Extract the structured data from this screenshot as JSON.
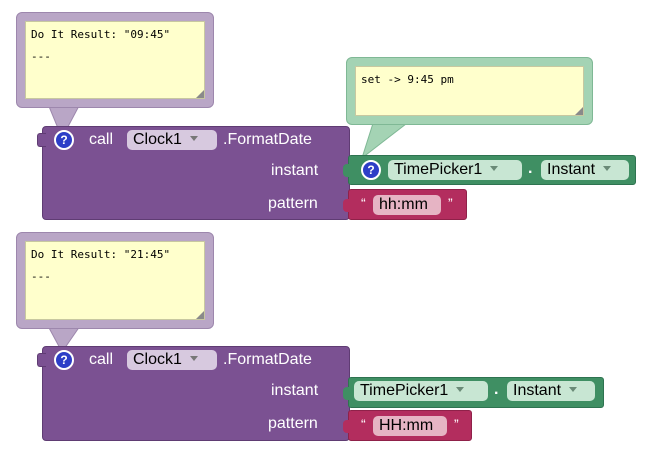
{
  "comment1": {
    "line1": "Do It Result: \"09:45\"",
    "line2": "---"
  },
  "comment2": {
    "line1": "set -> 9:45 pm"
  },
  "comment3": {
    "line1": "Do It Result: \"21:45\"",
    "line2": "---"
  },
  "block1": {
    "help_icon": "?",
    "call_label": "call",
    "component": "Clock1",
    "method": ".FormatDate",
    "instant_label": "instant",
    "pattern_label": "pattern",
    "instant_help_icon": "?",
    "instant_component": "TimePicker1",
    "instant_dot": ".",
    "instant_property": "Instant",
    "quote_open": "“",
    "pattern_value": "hh:mm",
    "quote_close": "”"
  },
  "block2": {
    "help_icon": "?",
    "call_label": "call",
    "component": "Clock1",
    "method": ".FormatDate",
    "instant_label": "instant",
    "pattern_label": "pattern",
    "instant_component": "TimePicker1",
    "instant_dot": ".",
    "instant_property": "Instant",
    "quote_open": "“",
    "pattern_value": "HH:mm",
    "quote_close": "”"
  },
  "colors": {
    "procedure_purple": "#7b5192",
    "component_green": "#3f8f63",
    "text_pink": "#b32d5e",
    "comment_yellow": "#ffffcc",
    "help_blue": "#2d3ec7"
  }
}
